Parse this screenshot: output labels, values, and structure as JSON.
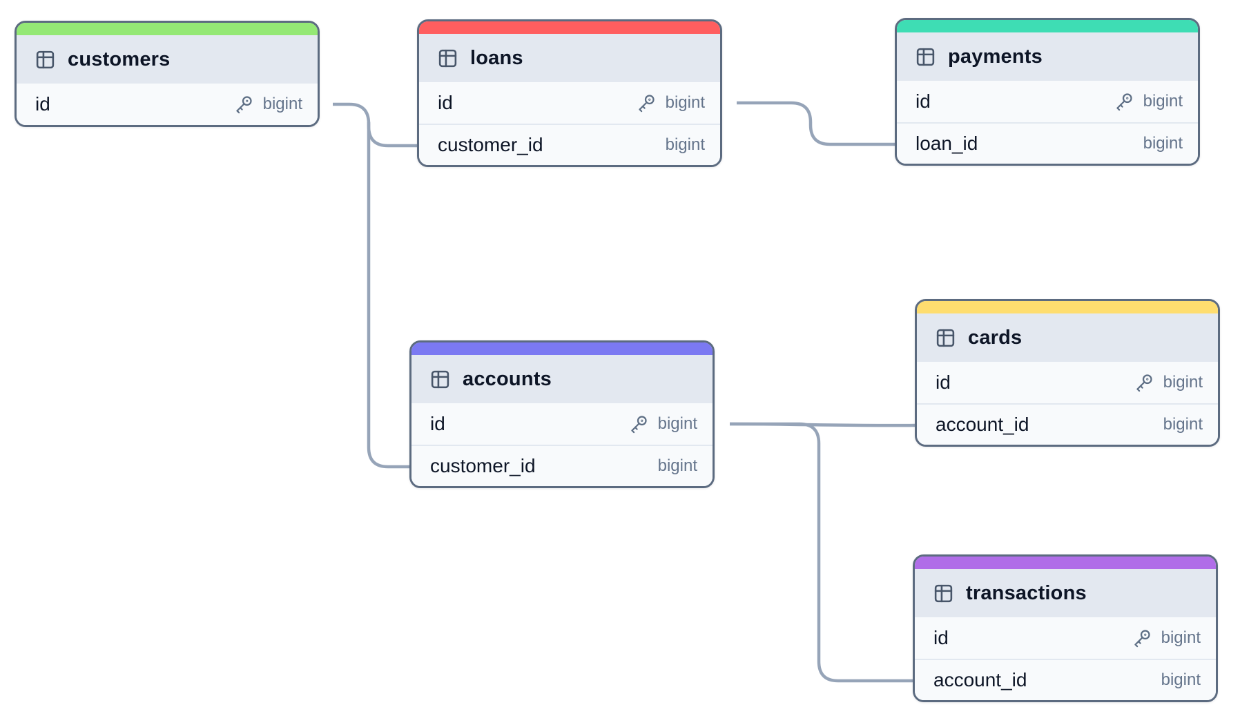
{
  "diagram": {
    "tables": [
      {
        "name": "customers",
        "accent_color": "#94e875",
        "icon": "table-icon",
        "columns": [
          {
            "name": "id",
            "type": "bigint",
            "primary_key": true,
            "icon": "key-icon"
          }
        ]
      },
      {
        "name": "loans",
        "accent_color": "#ff5e5f",
        "icon": "table-icon",
        "columns": [
          {
            "name": "id",
            "type": "bigint",
            "primary_key": true,
            "icon": "key-icon"
          },
          {
            "name": "customer_id",
            "type": "bigint",
            "primary_key": false
          }
        ]
      },
      {
        "name": "payments",
        "accent_color": "#3eddb4",
        "icon": "table-icon",
        "columns": [
          {
            "name": "id",
            "type": "bigint",
            "primary_key": true,
            "icon": "key-icon"
          },
          {
            "name": "loan_id",
            "type": "bigint",
            "primary_key": false
          }
        ]
      },
      {
        "name": "accounts",
        "accent_color": "#7b79f2",
        "icon": "table-icon",
        "columns": [
          {
            "name": "id",
            "type": "bigint",
            "primary_key": true,
            "icon": "key-icon"
          },
          {
            "name": "customer_id",
            "type": "bigint",
            "primary_key": false
          }
        ]
      },
      {
        "name": "cards",
        "accent_color": "#fedd6f",
        "icon": "table-icon",
        "columns": [
          {
            "name": "id",
            "type": "bigint",
            "primary_key": true,
            "icon": "key-icon"
          },
          {
            "name": "account_id",
            "type": "bigint",
            "primary_key": false
          }
        ]
      },
      {
        "name": "transactions",
        "accent_color": "#b06de8",
        "icon": "table-icon",
        "columns": [
          {
            "name": "id",
            "type": "bigint",
            "primary_key": true,
            "icon": "key-icon"
          },
          {
            "name": "account_id",
            "type": "bigint",
            "primary_key": false
          }
        ]
      }
    ],
    "relationships": [
      {
        "from": "customers.id",
        "to": "loans.customer_id"
      },
      {
        "from": "customers.id",
        "to": "accounts.customer_id"
      },
      {
        "from": "loans.id",
        "to": "payments.loan_id"
      },
      {
        "from": "accounts.id",
        "to": "cards.account_id"
      },
      {
        "from": "accounts.id",
        "to": "transactions.account_id"
      }
    ],
    "palette": {
      "connector": "#96a4b8",
      "table_border": "#5c6b80",
      "header_background": "#e3e8f0",
      "row_background": "#f8fafc",
      "text": "#0d1526",
      "type_text": "#64748b",
      "canvas_background": "#ffffff"
    }
  }
}
